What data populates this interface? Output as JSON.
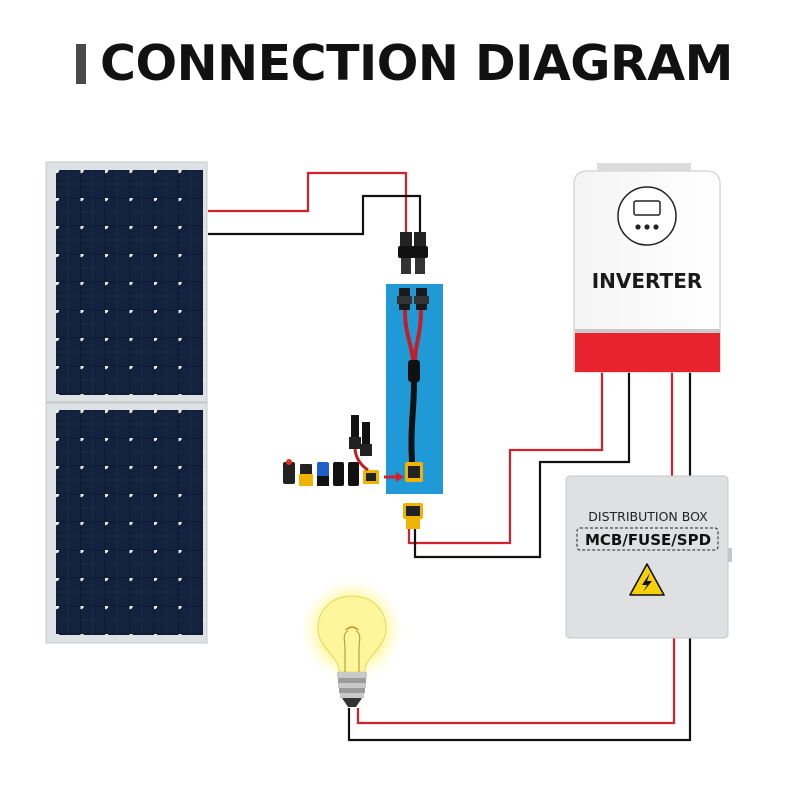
{
  "title": "CONNECTION DIAGRAM",
  "inverter": {
    "label": "INVERTER"
  },
  "distribution_box": {
    "title": "DISTRIBUTION BOX",
    "subtitle": "MCB/FUSE/SPD"
  },
  "colors": {
    "positive_wire": "#d4202a",
    "negative_wire": "#111111",
    "inverter_band": "#e8232e",
    "panel_cell": "#0e1a2e",
    "panel_frame": "#e2e4e6",
    "adapter_board": "#1f9ad6",
    "warning_yellow": "#f6d10a"
  }
}
